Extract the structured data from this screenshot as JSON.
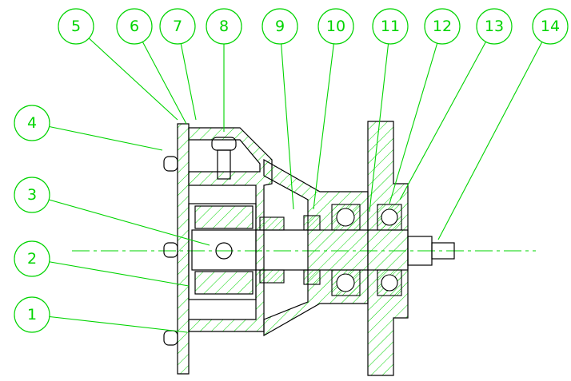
{
  "callouts": [
    {
      "label": "1"
    },
    {
      "label": "2"
    },
    {
      "label": "3"
    },
    {
      "label": "4"
    },
    {
      "label": "5"
    },
    {
      "label": "6"
    },
    {
      "label": "7"
    },
    {
      "label": "8"
    },
    {
      "label": "9"
    },
    {
      "label": "10"
    },
    {
      "label": "11"
    },
    {
      "label": "12"
    },
    {
      "label": "13"
    },
    {
      "label": "14"
    }
  ],
  "colors": {
    "callout": "#00d400",
    "outline": "#000000",
    "background": "#ffffff"
  }
}
